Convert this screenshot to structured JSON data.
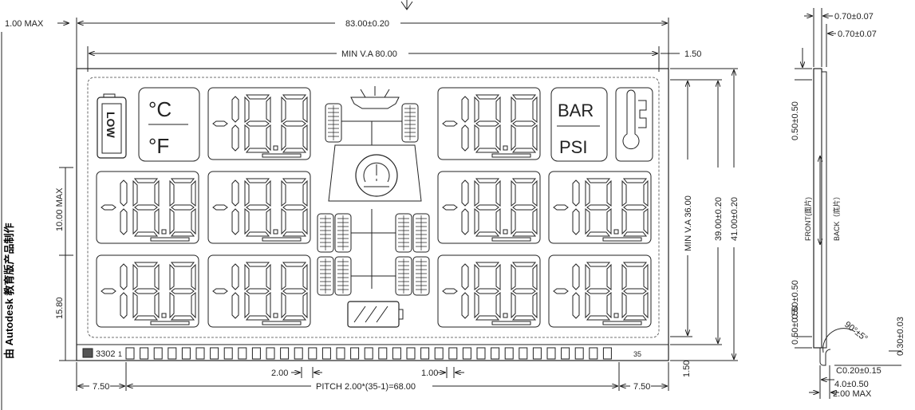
{
  "side_caption": "由 Autodesk 教育版产品制作",
  "top_dims": {
    "max_left": "1.00 MAX",
    "overall_width": "83.00±0.20",
    "viewing_area": "MIN V.A 80.00",
    "right_margin": "1.50"
  },
  "left_dims": {
    "max_pin": "10.00 MAX",
    "pin_height": "15.80"
  },
  "right_dims": {
    "va_height": "MIN V.A 36.00",
    "glass_height": "39.00±0.20",
    "overall_height": "41.00±0.20"
  },
  "bottom_dims": {
    "left_edge": "7.50",
    "pin_width": "2.00",
    "pin_gap": "1.00",
    "pitch": "PITCH 2.00*(35-1)=68.00",
    "right_edge": "7.50",
    "bottom_margin": "1.50"
  },
  "panel": {
    "model": "3302",
    "pin_first": "1",
    "pin_last": "35",
    "unit_c": "°C",
    "unit_f": "°F",
    "unit_bar": "BAR",
    "unit_psi": "PSI",
    "low_label": "LOW"
  },
  "side_view": {
    "top_thick_1": "0.70±0.07",
    "top_thick_2": "0.70±0.07",
    "upper_offset": "0.50±0.50",
    "lower_offset_1": "0.50±0.50",
    "lower_offset_2": "0.50±0.50",
    "front_label": "FRONT(面片)",
    "back_label": "BACK（底片）",
    "angle": "90°±5°",
    "chamfer": "C0.20±0.15",
    "pin_length": "4.0±0.50",
    "pin_max": "2.00  MAX",
    "pin_thick": "0.30±0.03"
  },
  "colors": {
    "ink": "#222222",
    "background": "#ffffff"
  }
}
